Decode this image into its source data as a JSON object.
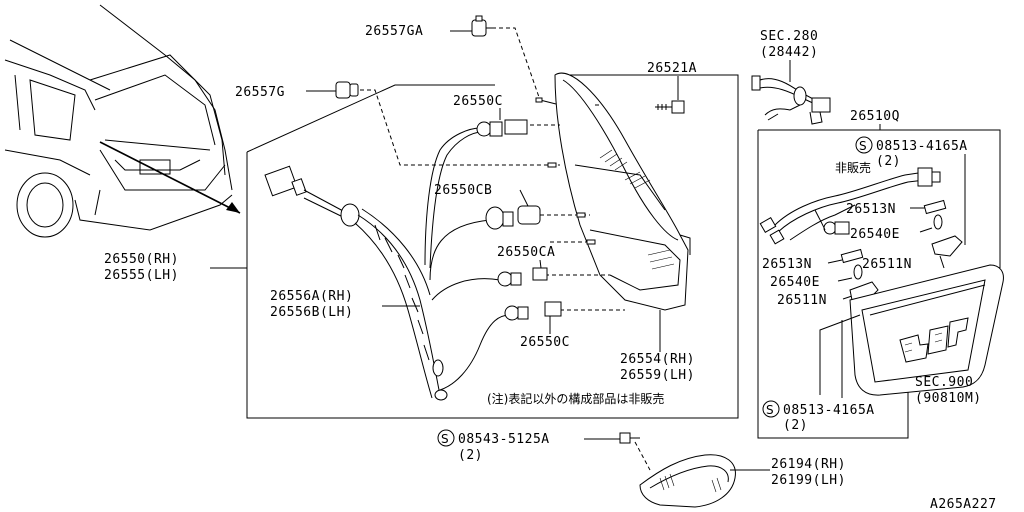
{
  "labels": {
    "p26557GA": "26557GA",
    "p26557G": "26557G",
    "p26521A": "26521A",
    "p26550C_top": "26550C",
    "p26550CB": "26550CB",
    "p26550CA": "26550CA",
    "p26550C_bot": "26550C",
    "p26550_rh": "26550(RH)",
    "p26555_lh": "26555(LH)",
    "p26556A_rh": "26556A(RH)",
    "p26556B_lh": "26556B(LH)",
    "p26554_rh": "26554(RH)",
    "p26559_lh": "26559(LH)",
    "note": "(注)表記以外の構成部品は非販売",
    "p08543_s": "S",
    "p08543": "08543-5125A",
    "p08543_qty": "(2)",
    "p26194_rh": "26194(RH)",
    "p26199_lh": "26199(LH)",
    "sec280": "SEC.280",
    "sec280_ref": "(28442)",
    "p26510Q": "26510Q",
    "p08513_top_s": "S",
    "p08513_top": "08513-4165A",
    "p08513_top_qty": "(2)",
    "not_for_sale": "非販売",
    "p26513N_a": "26513N",
    "p26540E_a": "26540E",
    "p26511N_a": "26511N",
    "p26513N_b": "26513N",
    "p26540E_b": "26540E",
    "p26511N_b": "26511N",
    "sec900": "SEC.900",
    "sec900_ref": "(90810M)",
    "p08513_bot_s": "S",
    "p08513_bot": "08513-4165A",
    "p08513_bot_qty": "(2)",
    "diagram_code": "A265A227"
  }
}
